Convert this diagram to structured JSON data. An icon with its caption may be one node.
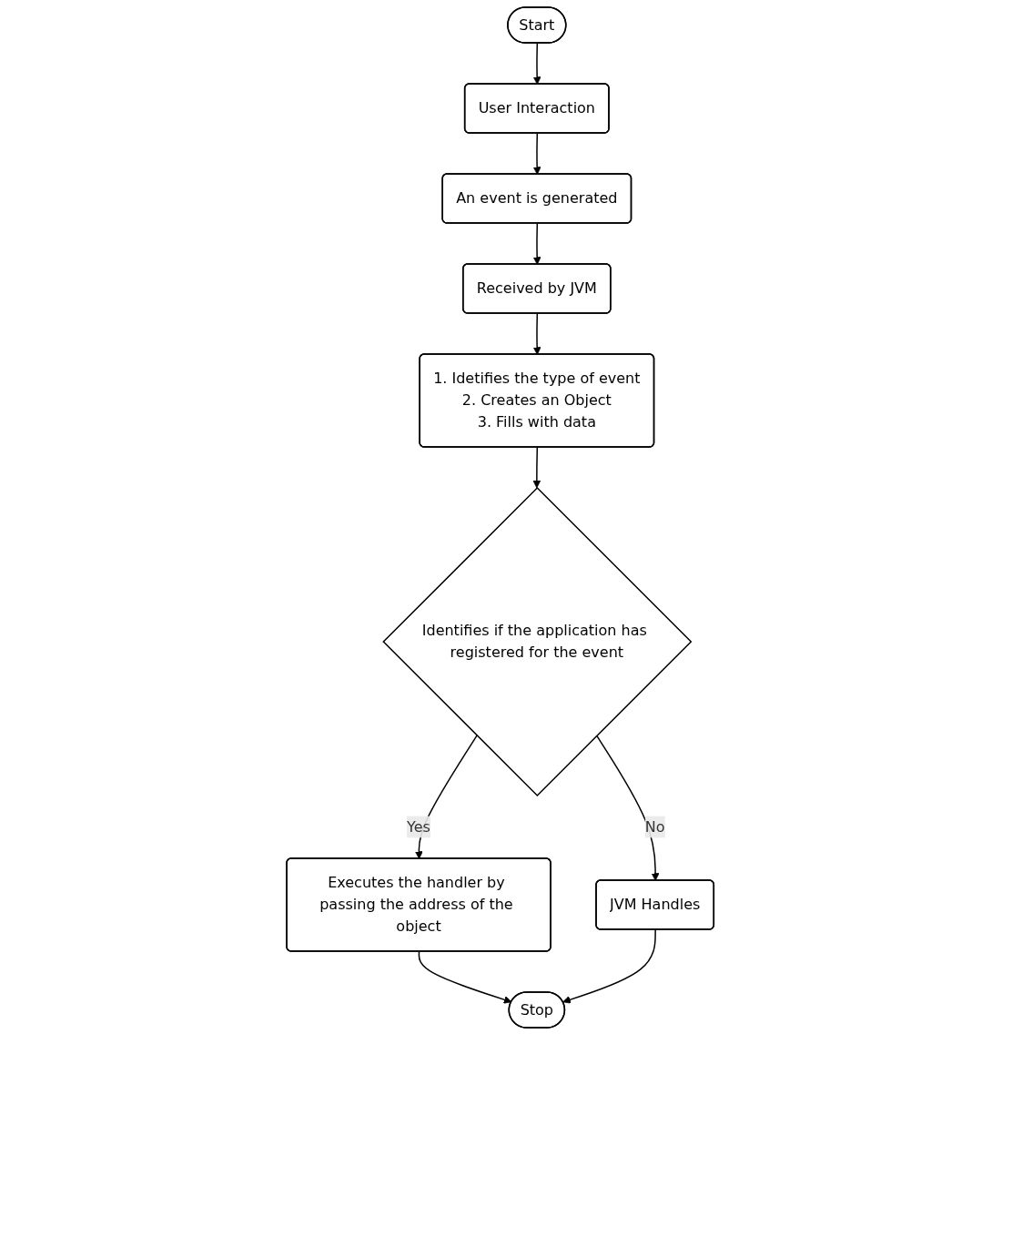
{
  "diagram": {
    "nodes": [
      {
        "text": [
          "Start"
        ]
      },
      {
        "text": [
          "User Interaction"
        ]
      },
      {
        "text": [
          "An event is generated"
        ]
      },
      {
        "text": [
          "Received by JVM"
        ]
      },
      {
        "text": [
          "1. Idetifies the type of event",
          "2. Creates an Object",
          "3. Fills with data"
        ]
      },
      {
        "text": [
          "Identifies if the application has registered for the event"
        ]
      },
      {
        "text": [
          "JVM Handles"
        ]
      },
      {
        "text": [
          "Executes the handler by passing the address of the object"
        ]
      },
      {
        "text": [
          "Stop"
        ]
      }
    ],
    "edges": [
      {
        "from": 0,
        "to": 1,
        "arrow": "to"
      },
      {
        "from": 1,
        "to": 2,
        "arrow": "to"
      },
      {
        "from": 2,
        "to": 3,
        "arrow": "to"
      },
      {
        "from": 3,
        "to": 4,
        "arrow": "to"
      },
      {
        "from": 4,
        "to": 5,
        "arrow": "to"
      },
      {
        "from": 5,
        "to": 6,
        "label": "No",
        "arrow": "to"
      },
      {
        "from": 5,
        "to": 7,
        "label": "Yes",
        "arrow": "to"
      },
      {
        "from": 7,
        "to": 8,
        "arrow": "to"
      },
      {
        "from": 6,
        "to": 8,
        "arrow": "to"
      }
    ]
  }
}
